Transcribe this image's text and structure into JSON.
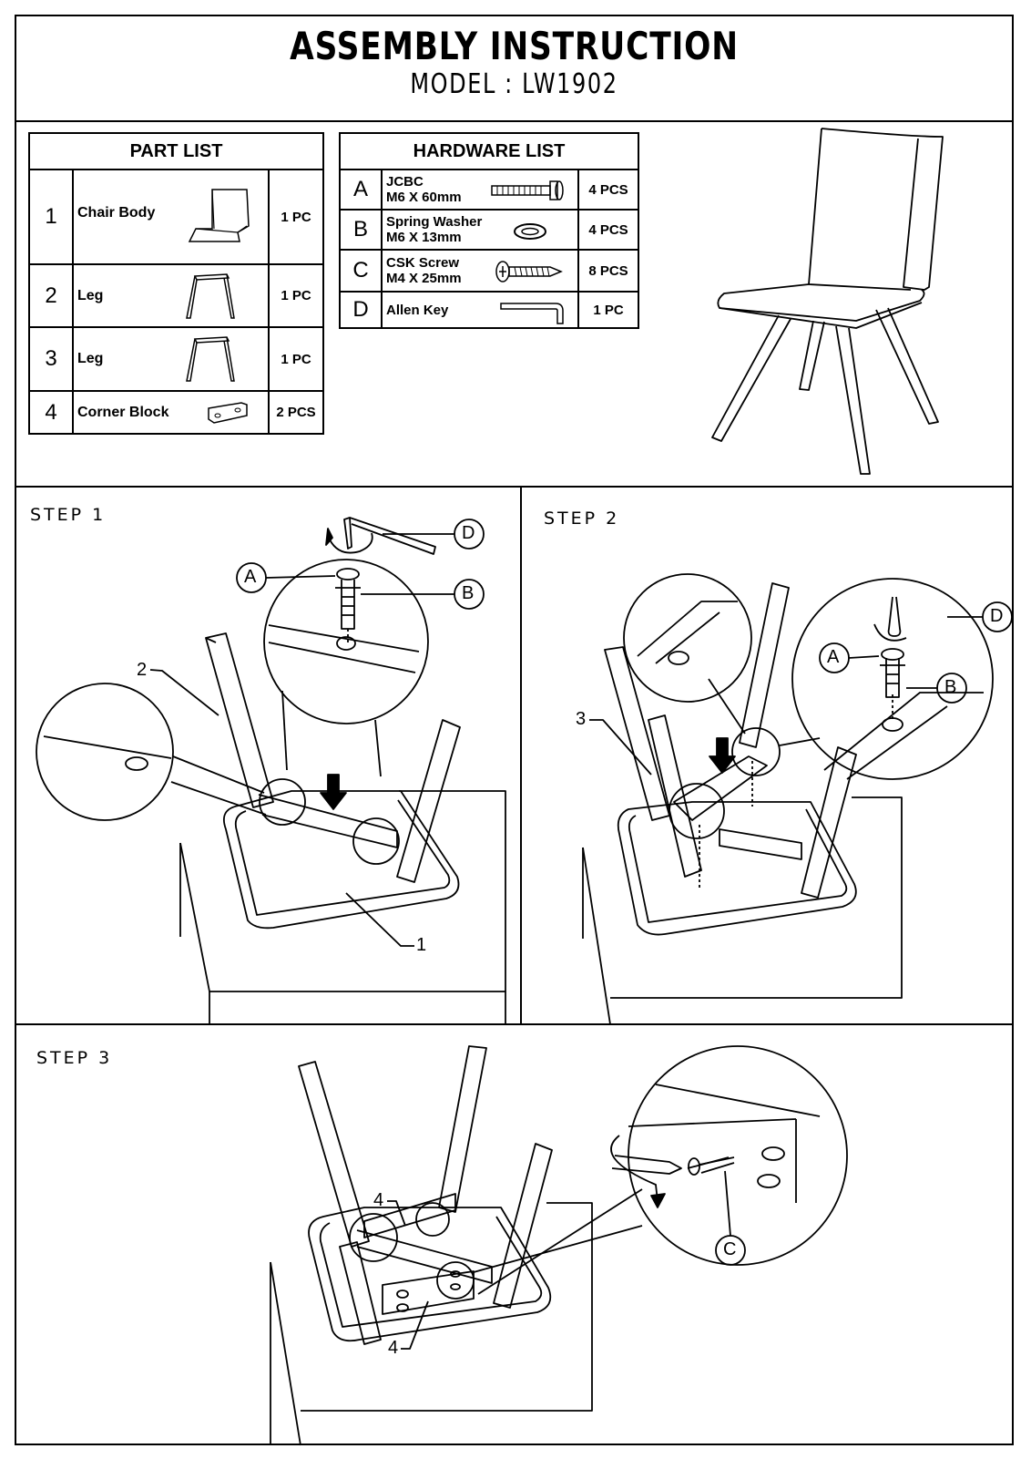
{
  "header": {
    "title": "ASSEMBLY INSTRUCTION",
    "model": "MODEL : LW1902"
  },
  "part_list": {
    "heading": "PART LIST",
    "rows": [
      {
        "num": "1",
        "name": "Chair Body",
        "qty": "1 PC",
        "icon": "chair-body-icon"
      },
      {
        "num": "2",
        "name": "Leg",
        "qty": "1 PC",
        "icon": "leg-icon"
      },
      {
        "num": "3",
        "name": "Leg",
        "qty": "1 PC",
        "icon": "leg-icon"
      },
      {
        "num": "4",
        "name": "Corner Block",
        "qty": "2 PCS",
        "icon": "corner-block-icon"
      }
    ]
  },
  "hardware_list": {
    "heading": "HARDWARE LIST",
    "rows": [
      {
        "letter": "A",
        "name": "JCBC",
        "spec": "M6 X 60mm",
        "qty": "4 PCS",
        "icon": "bolt-icon"
      },
      {
        "letter": "B",
        "name": "Spring Washer",
        "spec": "M6 X 13mm",
        "qty": "4 PCS",
        "icon": "washer-icon"
      },
      {
        "letter": "C",
        "name": "CSK Screw",
        "spec": "M4 X 25mm",
        "qty": "8 PCS",
        "icon": "screw-icon"
      },
      {
        "letter": "D",
        "name": "Allen Key",
        "spec": "",
        "qty": "1 PC",
        "icon": "allen-key-icon"
      }
    ]
  },
  "steps": {
    "step1": {
      "label": "STEP 1",
      "callouts": {
        "a": "A",
        "b": "B",
        "d": "D",
        "part2": "2",
        "part1": "1"
      }
    },
    "step2": {
      "label": "STEP 2",
      "callouts": {
        "a": "A",
        "b": "B",
        "d": "D",
        "part3": "3"
      }
    },
    "step3": {
      "label": "STEP 3",
      "callouts": {
        "c": "C",
        "part4a": "4",
        "part4b": "4"
      }
    }
  }
}
